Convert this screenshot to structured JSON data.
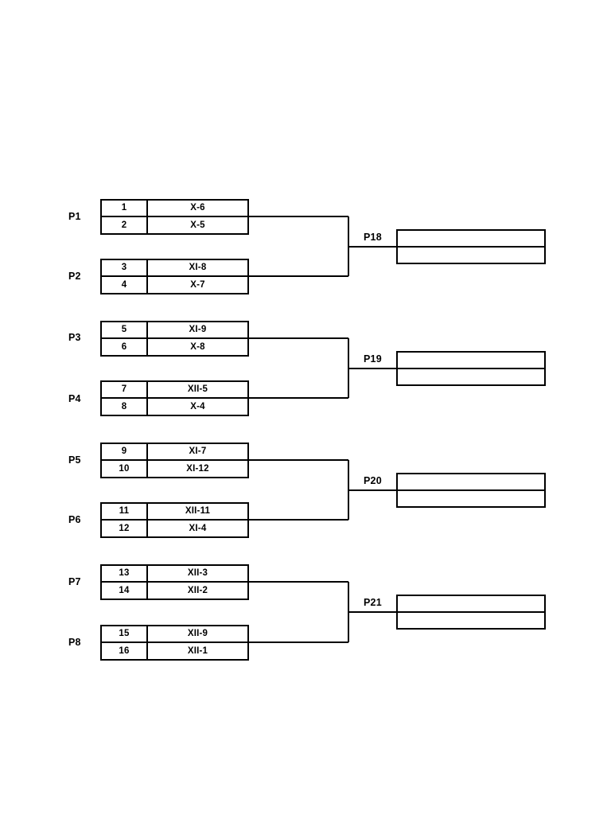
{
  "diagram": {
    "type": "tournament-bracket",
    "line_color": "#000000",
    "box_border_color": "#000000",
    "background_color": "#ffffff"
  },
  "groups": [
    {
      "label": "P1",
      "entries": [
        {
          "seed": "1",
          "name": "X-6"
        },
        {
          "seed": "2",
          "name": "X-5"
        }
      ]
    },
    {
      "label": "P2",
      "entries": [
        {
          "seed": "3",
          "name": "XI-8"
        },
        {
          "seed": "4",
          "name": "X-7"
        }
      ]
    },
    {
      "label": "P3",
      "entries": [
        {
          "seed": "5",
          "name": "XI-9"
        },
        {
          "seed": "6",
          "name": "X-8"
        }
      ]
    },
    {
      "label": "P4",
      "entries": [
        {
          "seed": "7",
          "name": "XII-5"
        },
        {
          "seed": "8",
          "name": "X-4"
        }
      ]
    },
    {
      "label": "P5",
      "entries": [
        {
          "seed": "9",
          "name": "XI-7"
        },
        {
          "seed": "10",
          "name": "XI-12"
        }
      ]
    },
    {
      "label": "P6",
      "entries": [
        {
          "seed": "11",
          "name": "XII-11"
        },
        {
          "seed": "12",
          "name": "XI-4"
        }
      ]
    },
    {
      "label": "P7",
      "entries": [
        {
          "seed": "13",
          "name": "XII-3"
        },
        {
          "seed": "14",
          "name": "XII-2"
        }
      ]
    },
    {
      "label": "P8",
      "entries": [
        {
          "seed": "15",
          "name": "XII-9"
        },
        {
          "seed": "16",
          "name": "XII-1"
        }
      ]
    }
  ],
  "results": [
    {
      "label": "P18",
      "rows": [
        "",
        ""
      ]
    },
    {
      "label": "P19",
      "rows": [
        "",
        ""
      ]
    },
    {
      "label": "P20",
      "rows": [
        "",
        ""
      ]
    },
    {
      "label": "P21",
      "rows": [
        "",
        ""
      ]
    }
  ]
}
